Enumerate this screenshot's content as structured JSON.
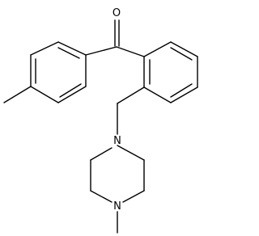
{
  "atoms": {
    "oxygen": "O",
    "nitrogen_benzyl": "N",
    "nitrogen_methyl": "N"
  }
}
